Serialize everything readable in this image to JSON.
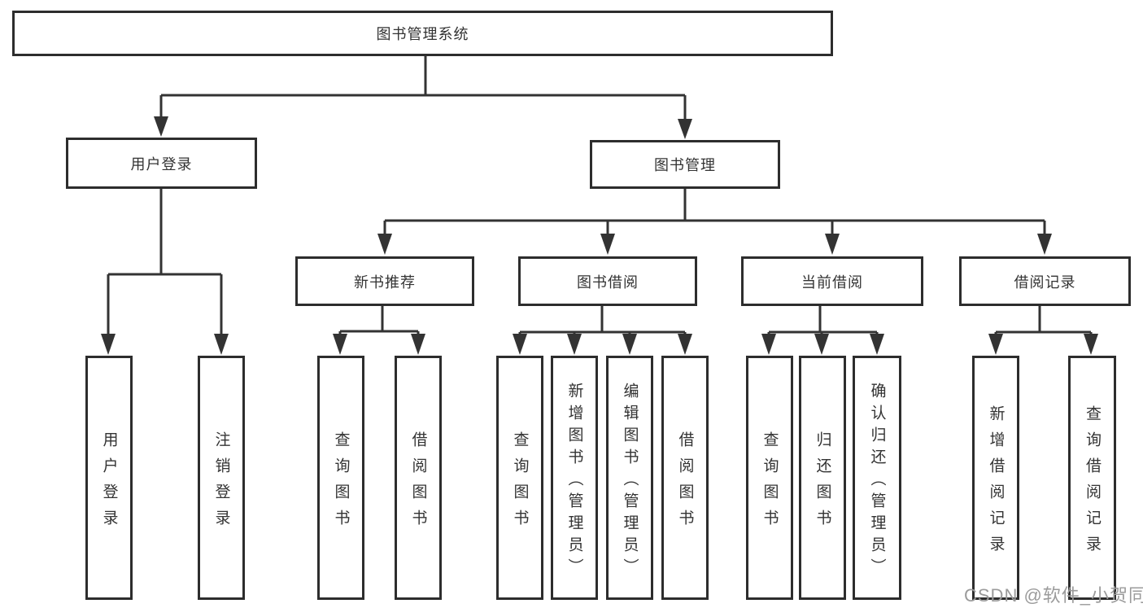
{
  "tree": {
    "label": "图书管理系统",
    "children": [
      {
        "label": "用户登录",
        "children": [
          {
            "label": "用户登录"
          },
          {
            "label": "注销登录"
          }
        ]
      },
      {
        "label": "图书管理",
        "children": [
          {
            "label": "新书推荐",
            "children": [
              {
                "label": "查询图书"
              },
              {
                "label": "借阅图书"
              }
            ]
          },
          {
            "label": "图书借阅",
            "children": [
              {
                "label": "查询图书"
              },
              {
                "label": "新增图书（管理员）"
              },
              {
                "label": "编辑图书（管理员）"
              },
              {
                "label": "借阅图书"
              }
            ]
          },
          {
            "label": "当前借阅",
            "children": [
              {
                "label": "查询图书"
              },
              {
                "label": "归还图书"
              },
              {
                "label": "确认归还（管理员）"
              }
            ]
          },
          {
            "label": "借阅记录",
            "children": [
              {
                "label": "新增借阅记录"
              },
              {
                "label": "查询借阅记录"
              }
            ]
          }
        ]
      }
    ]
  },
  "watermark": {
    "text": "CSDN @软件_小贺同学"
  },
  "colors": {
    "background": "#ffffff",
    "box_border": "#2d2d2d",
    "line": "#333333",
    "text": "#333333",
    "watermark": "#9b9b9b"
  }
}
